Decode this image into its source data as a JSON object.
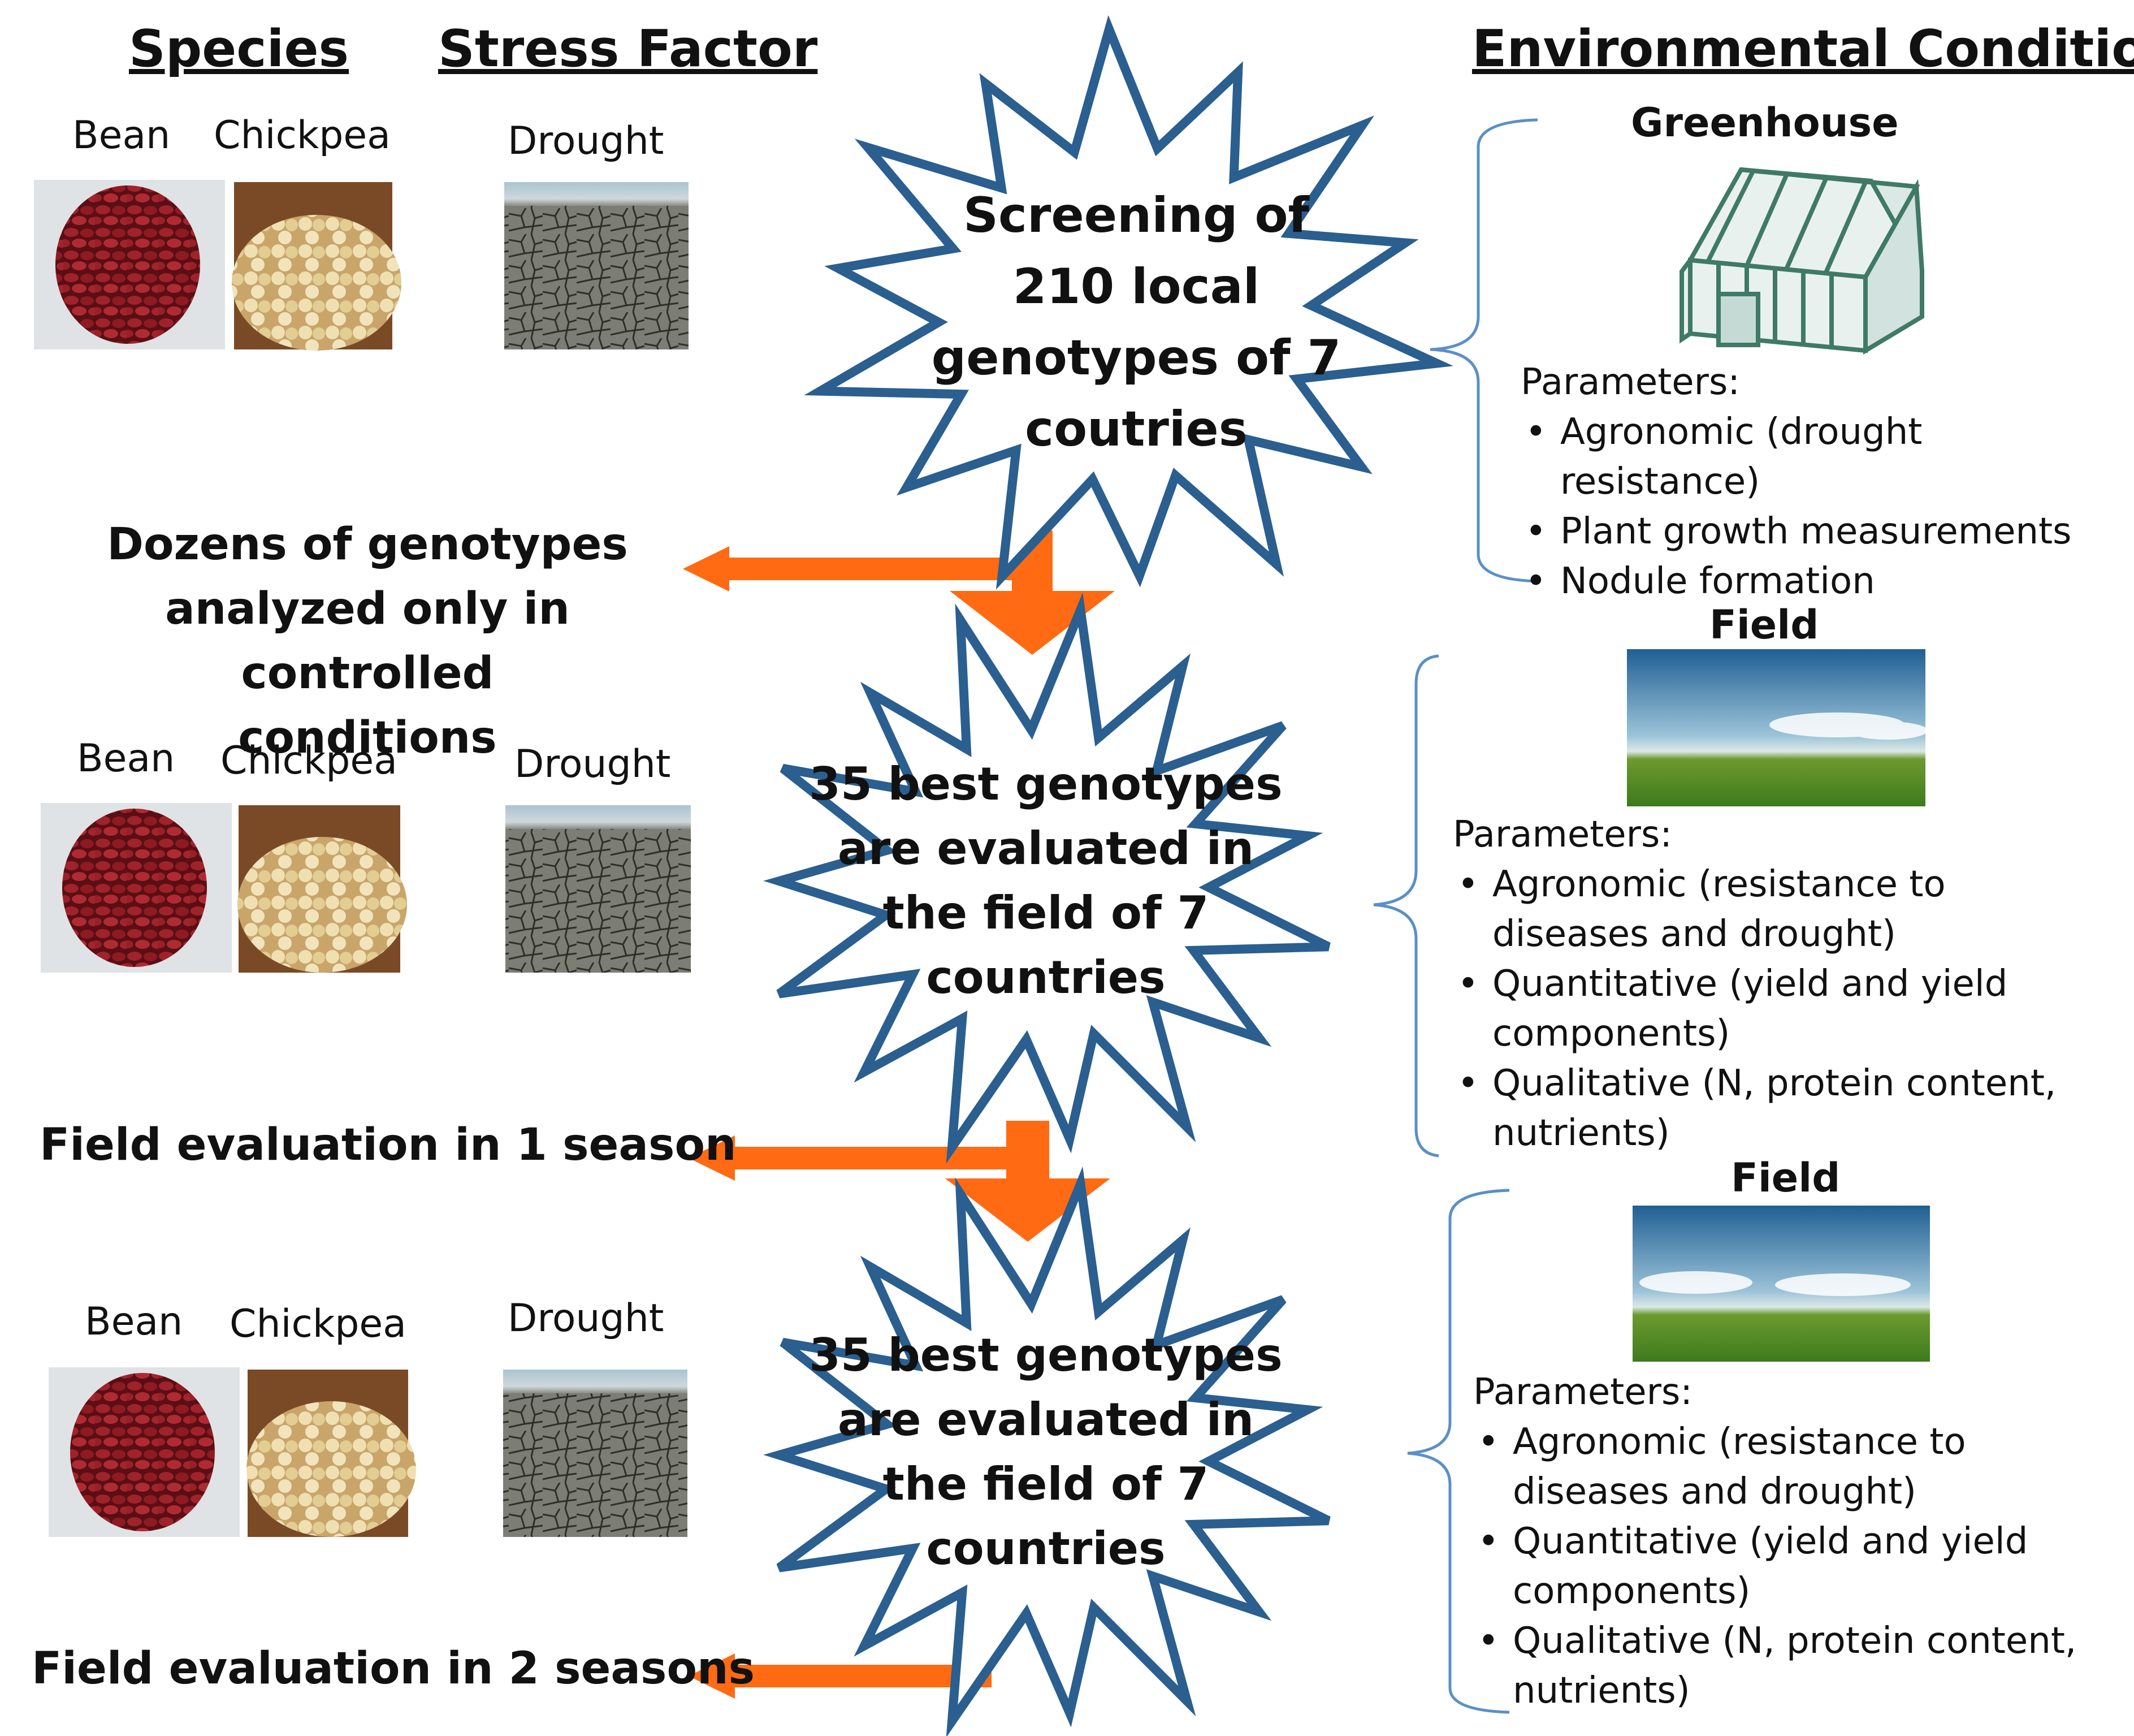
{
  "headers": {
    "species": "Species",
    "stress": "Stress Factor",
    "environment": "Environmental Conditions"
  },
  "stages": [
    {
      "bean": "Bean",
      "chickpea": "Chickpea",
      "stress": "Drought",
      "star_lines": [
        "Screening of",
        "210 local",
        "genotypes of 7",
        "coutries"
      ],
      "env_label": "Greenhouse",
      "params_title": "Parameters:",
      "params": [
        "Agronomic (drought resistance)",
        "Plant growth measurements",
        "Nodule formation"
      ],
      "outcome_lines": [
        "Dozens of genotypes",
        "analyzed only in controlled",
        "conditions"
      ]
    },
    {
      "bean": "Bean",
      "chickpea": "Chickpea",
      "stress": "Drought",
      "star_lines": [
        "35 best genotypes",
        "are evaluated in",
        "the field of 7",
        "countries"
      ],
      "env_label": "Field",
      "params_title": "Parameters:",
      "params": [
        "Agronomic (resistance to diseases and drought)",
        "Quantitative (yield and yield components)",
        "Qualitative (N, protein content, nutrients)"
      ],
      "outcome_lines": [
        "Field evaluation in 1 season"
      ]
    },
    {
      "bean": "Bean",
      "chickpea": "Chickpea",
      "stress": "Drought",
      "star_lines": [
        "35 best genotypes",
        "are evaluated in",
        "the field of 7",
        "countries"
      ],
      "env_label": "Field",
      "params_title": "Parameters:",
      "params": [
        "Agronomic (resistance to diseases and drought)",
        "Quantitative (yield and yield components)",
        "Qualitative (N, protein content, nutrients)"
      ],
      "outcome_lines": [
        "Field evaluation in 2 seasons"
      ]
    }
  ],
  "colors": {
    "star_outline": "#2a5f8f",
    "arrow": "#ff6a13",
    "bracket": "#5b8fc7",
    "bean": "#8f1a22",
    "chickpea": "#e8d7a6"
  }
}
